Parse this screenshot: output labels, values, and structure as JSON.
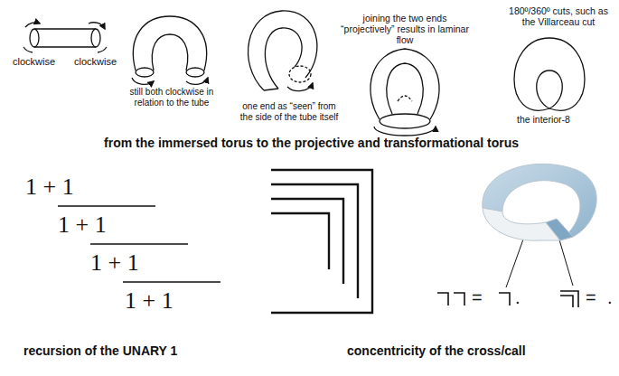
{
  "diagram": {
    "labels": [
      "clockwise",
      "clockwise",
      "still both clockwise in relation to the tube",
      "one end as “seen” from the side of the tube itself",
      "joining the two ends “projectively” results in laminar flow",
      "180º/360º cuts, such as the Villarceau cut",
      "the interior-8",
      "from the immersed torus to the projective and transformational torus",
      "1 + 1",
      "1 + 1",
      "1 + 1",
      "1 + 1",
      "recursion of the UNARY 1",
      "concentricity of the cross/call",
      "=",
      ".",
      "=",
      "."
    ]
  }
}
